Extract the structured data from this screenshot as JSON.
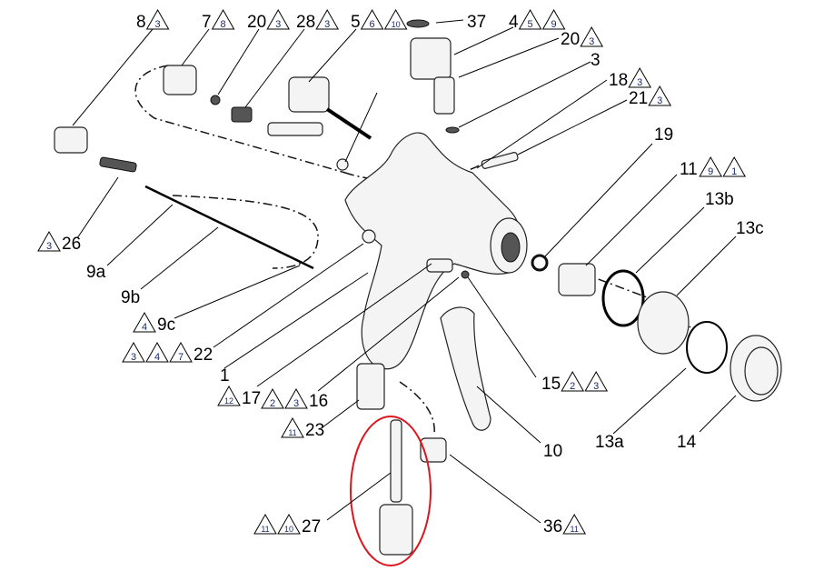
{
  "diagram": {
    "callouts": [
      {
        "id": "8",
        "notes": [
          "3"
        ],
        "side": "after"
      },
      {
        "id": "7",
        "notes": [
          "8"
        ],
        "side": "after"
      },
      {
        "id": "20",
        "notes": [
          "3"
        ],
        "side": "after"
      },
      {
        "id": "28",
        "notes": [
          "3"
        ],
        "side": "after"
      },
      {
        "id": "5",
        "notes": [
          "6",
          "10"
        ],
        "side": "after"
      },
      {
        "id": "37",
        "notes": [],
        "side": "after"
      },
      {
        "id": "4",
        "notes": [
          "5",
          "9"
        ],
        "side": "after"
      },
      {
        "id": "20",
        "notes": [
          "3"
        ],
        "side": "after"
      },
      {
        "id": "3",
        "notes": [],
        "side": "after"
      },
      {
        "id": "18",
        "notes": [
          "3"
        ],
        "side": "after"
      },
      {
        "id": "21",
        "notes": [
          "3"
        ],
        "side": "after"
      },
      {
        "id": "19",
        "notes": [],
        "side": "after"
      },
      {
        "id": "11",
        "notes": [
          "9",
          "1"
        ],
        "side": "after"
      },
      {
        "id": "13b",
        "notes": [],
        "side": "after"
      },
      {
        "id": "13c",
        "notes": [],
        "side": "after"
      },
      {
        "id": "26",
        "notes": [
          "3"
        ],
        "side": "before"
      },
      {
        "id": "9a",
        "notes": [],
        "side": "after"
      },
      {
        "id": "9b",
        "notes": [],
        "side": "after"
      },
      {
        "id": "9c",
        "notes": [
          "4"
        ],
        "side": "before"
      },
      {
        "id": "22",
        "notes": [
          "3",
          "4",
          "7"
        ],
        "side": "before"
      },
      {
        "id": "1",
        "notes": [],
        "side": "after"
      },
      {
        "id": "17",
        "notes": [
          "12"
        ],
        "side": "before"
      },
      {
        "id": "16",
        "notes": [
          "2",
          "3"
        ],
        "side": "before"
      },
      {
        "id": "23",
        "notes": [
          "11"
        ],
        "side": "before"
      },
      {
        "id": "15",
        "notes": [
          "2",
          "3"
        ],
        "side": "after"
      },
      {
        "id": "10",
        "notes": [],
        "side": "after"
      },
      {
        "id": "13a",
        "notes": [],
        "side": "after"
      },
      {
        "id": "14",
        "notes": [],
        "side": "after"
      },
      {
        "id": "36",
        "notes": [
          "11"
        ],
        "side": "after"
      },
      {
        "id": "27",
        "notes": [
          "11",
          "10"
        ],
        "side": "before"
      }
    ],
    "highlight_color": "#e0141e"
  }
}
